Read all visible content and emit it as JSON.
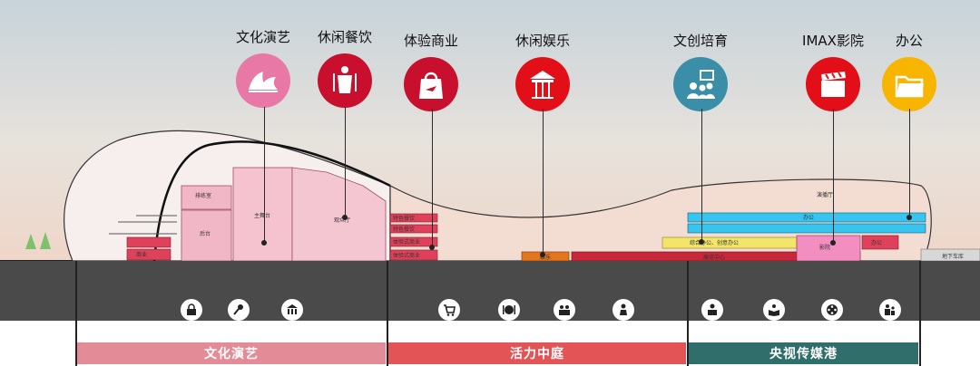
{
  "categories": [
    {
      "key": "culture",
      "label": "文化演艺",
      "color": "#e879a6",
      "icon": "opera-house-icon"
    },
    {
      "key": "dining",
      "label": "休闲餐饮",
      "color": "#c8102e",
      "icon": "dining-icon"
    },
    {
      "key": "retail",
      "label": "体验商业",
      "color": "#c8102e",
      "icon": "shopping-bag-icon"
    },
    {
      "key": "entertainment",
      "label": "休闲娱乐",
      "color": "#e30f18",
      "icon": "carousel-icon"
    },
    {
      "key": "education",
      "label": "文创培育",
      "color": "#3a8ea8",
      "icon": "presentation-icon"
    },
    {
      "key": "imax",
      "label": "IMAX影院",
      "color": "#e30f18",
      "icon": "clapperboard-icon"
    },
    {
      "key": "office",
      "label": "办公",
      "color": "#f7b500",
      "icon": "folder-icon"
    }
  ],
  "section_labels": {
    "rehearsal": "排练室",
    "backstage": "后台",
    "main_stage": "主舞台",
    "auditorium": "观众厅",
    "shop_left": "商业",
    "dining1": "特色餐饮",
    "dining2": "特色餐饮",
    "retail1": "体验式商业",
    "retail2": "体验式商业",
    "fun": "娱乐",
    "office_mix": "综合办公、创意办公",
    "hall": "展览中心",
    "imax_box": "影院",
    "office_r": "办公",
    "gallery": "演播厅",
    "office_band": "办公",
    "basement_link": "地下车库"
  },
  "zones": [
    {
      "label": "文化演艺",
      "color": "#e38b96"
    },
    {
      "label": "活力中庭",
      "color": "#e35457"
    },
    {
      "label": "央视传媒港",
      "color": "#2f6e6a"
    }
  ],
  "ground_icons": [
    "lock-icon",
    "microphone-icon",
    "theater-icon",
    "cart-icon",
    "plate-icon",
    "group-icon",
    "person-icon",
    "presenter-icon",
    "reading-icon",
    "film-reel-icon",
    "family-icon"
  ]
}
